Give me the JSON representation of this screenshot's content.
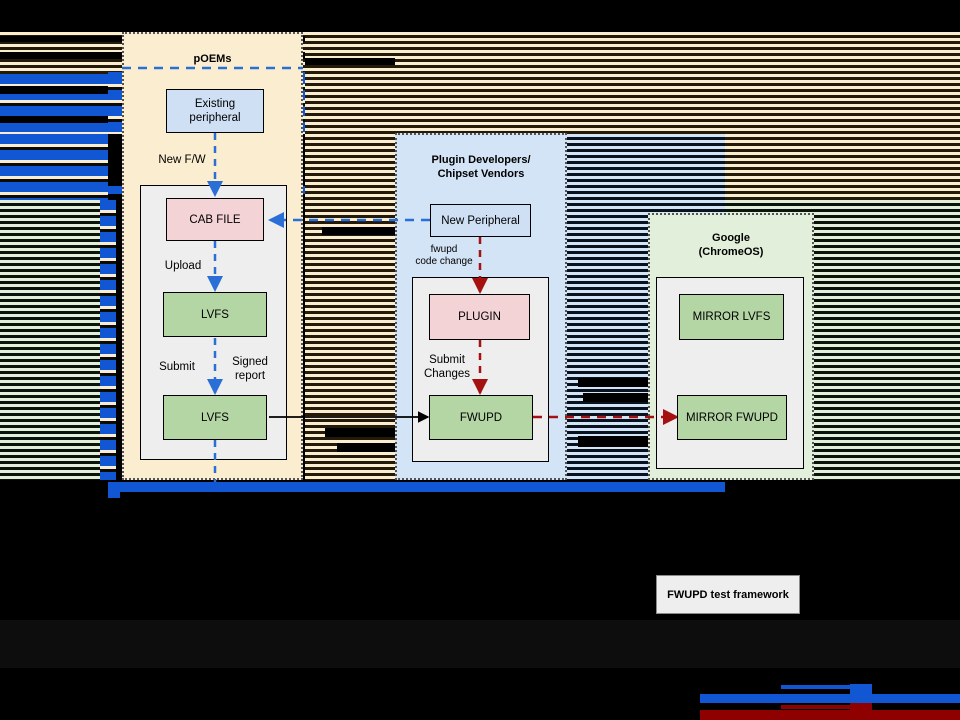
{
  "diagram": {
    "panels": [
      {
        "key": "poems",
        "title": "pOEMs"
      },
      {
        "key": "plugin",
        "title": "Plugin Developers/\nChipset Vendors",
        "line1": "Plugin Developers/",
        "line2": "Chipset Vendors"
      },
      {
        "key": "google",
        "title": "Google\n(ChromeOS)",
        "line1": "Google",
        "line2": "(ChromeOS)"
      }
    ],
    "nodes": {
      "existing_peripheral_l1": "Existing",
      "existing_peripheral_l2": "peripheral",
      "cab_file": "CAB FILE",
      "lvfs_upload": "LVFS",
      "lvfs_submit": "LVFS",
      "new_peripheral": "New Peripheral",
      "plugin": "PLUGIN",
      "fwupd": "FWUPD",
      "mirror_lvfs": "MIRROR LVFS",
      "mirror_fwupd": "MIRROR FWUPD",
      "test_framework": "FWUPD test framework"
    },
    "edge_labels": {
      "new_fw": "New F/W",
      "upload": "Upload",
      "submit": "Submit",
      "signed_report_l1": "Signed",
      "signed_report_l2": "report",
      "fwupd_code_change_l1": "fwupd",
      "fwupd_code_change_l2": "code change",
      "submit_changes_l1": "Submit",
      "submit_changes_l2": "Changes"
    },
    "colors": {
      "poems_fill": "#fbeed0",
      "plugin_fill": "#d4e4f7",
      "google_fill": "#e2efda",
      "node_blue": "#cfe0f5",
      "node_pink": "#f3d3d6",
      "node_green": "#b4d5a4",
      "arrow_blue": "#2a6fd6",
      "arrow_red": "#a51010",
      "arrow_black": "#000000",
      "artifact_blue": "#1157d4",
      "artifact_red": "#8f0000"
    }
  }
}
